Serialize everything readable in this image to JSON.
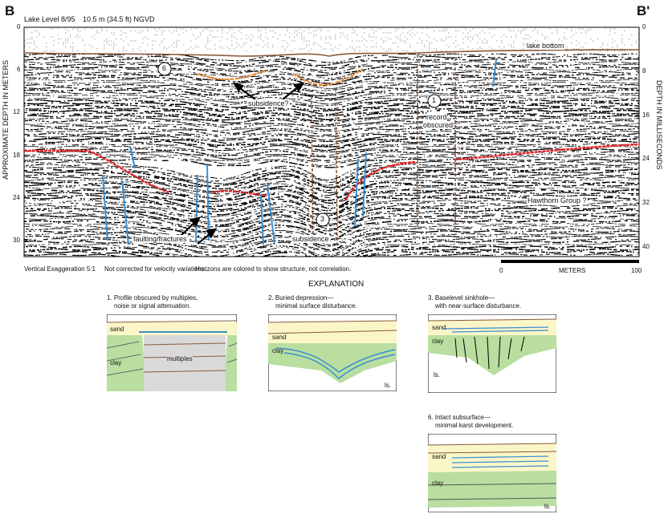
{
  "profile": {
    "left_label": "B",
    "right_label": "B'",
    "lake_level": "Lake Level 8/95",
    "lake_stage": "10.5 m (34.5 ft) NGVD",
    "left_axis_title": "APPROXIMATE DEPTH IN METERS",
    "right_axis_title": "DEPTH IN MILLISECONDS",
    "left_ticks": [
      "0",
      "6",
      "12",
      "18",
      "24",
      "30"
    ],
    "right_ticks": [
      "0",
      "8",
      "16",
      "24",
      "32",
      "40"
    ],
    "annotations": {
      "lake_bottom": "lake bottom",
      "subsidence_q": "subsidence?",
      "record_obscured_1": "record",
      "record_obscured_2": "obscured",
      "hawthorn": "Hawthorn Group ?",
      "faulting": "faulting/fractures",
      "subsidence": "subsidence",
      "marker_6": "6",
      "marker_1": "1",
      "marker_3": "3"
    },
    "notes": {
      "vertical_exaggeration": "Vertical Exaggeration 5:1",
      "velocity": "Not corrected for velocity variations.",
      "horizons": "Horizons are colored to show structure, not correlation."
    },
    "scale": {
      "start": "0",
      "unit": "METERS",
      "end": "100"
    }
  },
  "explanation": {
    "title": "EXPLANATION",
    "panels": [
      {
        "number_title": "1. Profile obscured by multiples,",
        "subtitle": "noise or signal attenuation.",
        "sand": "sand",
        "clay": "clay",
        "extra": "multiples"
      },
      {
        "number_title": "2. Buried depression—",
        "subtitle": "minimal surface disturbance.",
        "sand": "sand",
        "clay": "clay",
        "extra": "ls."
      },
      {
        "number_title": "3. Baselevel sinkhole—",
        "subtitle": "with near-surface disturbance.",
        "sand": "sand",
        "clay": "clay",
        "extra": "ls."
      },
      {
        "number_title": "6. Intact subsurface—",
        "subtitle": "minimal karst development.",
        "sand": "sand",
        "clay": "clay",
        "extra": "ls."
      }
    ]
  },
  "colors": {
    "sand": "#fbf6c8",
    "clay": "#b9dea0",
    "blue_horizon": "#3a8fd0",
    "red_horizon": "#e0262b",
    "orange_horizon": "#f08a2a",
    "brown_line": "#8a5a3a",
    "multiples_gray": "#d9d9d9"
  }
}
